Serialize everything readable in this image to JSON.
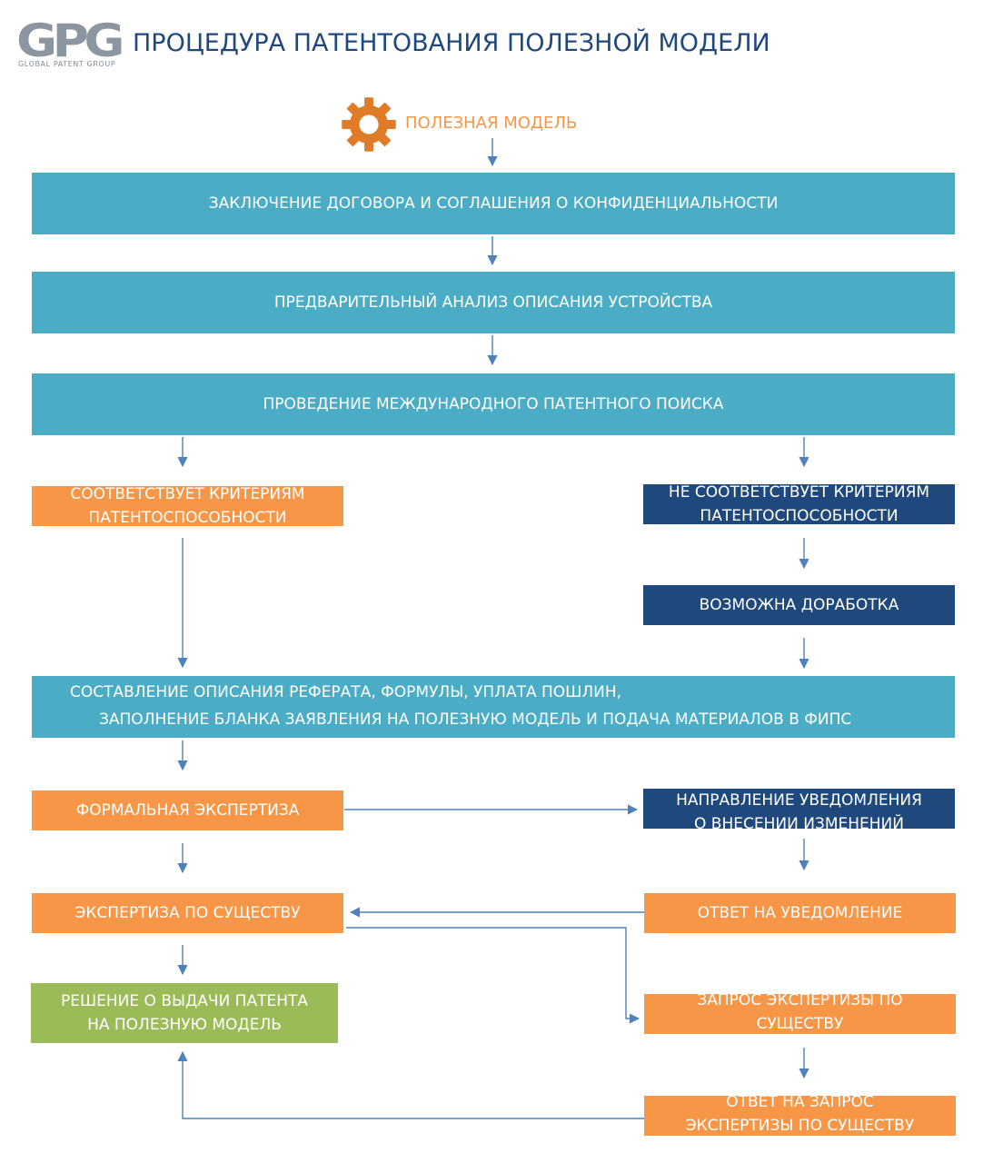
{
  "header": {
    "logo_text": "GPG",
    "logo_subtitle": "GLOBAL PATENT GROUP",
    "title": "ПРОЦЕДУРА ПАТЕНТОВАНИЯ ПОЛЕЗНОЙ МОДЕЛИ"
  },
  "start": {
    "icon": "gear-icon",
    "label": "ПОЛЕЗНАЯ МОДЕЛЬ"
  },
  "steps": {
    "contract": "ЗАКЛЮЧЕНИЕ ДОГОВОРА И СОГЛАШЕНИЯ О КОНФИДЕНЦИАЛЬНОСТИ",
    "analysis": "ПРЕДВАРИТЕЛЬНЫЙ АНАЛИЗ ОПИСАНИЯ УСТРОЙСТВА",
    "search": "ПРОВЕДЕНИЕ МЕЖДУНАРОДНОГО ПАТЕНТНОГО ПОИСКА",
    "meets_1": "СООТВЕТСТВУЕТ КРИТЕРИЯМ",
    "meets_2": "ПАТЕНТОСПОСОБНОСТИ",
    "not_meets_1": "НЕ СООТВЕТСТВУЕТ КРИТЕРИЯМ",
    "not_meets_2": "ПАТЕНТОСПОСОБНОСТИ",
    "revision": "ВОЗМОЖНА ДОРАБОТКА",
    "drafting_1": "СОСТАВЛЕНИЕ ОПИСАНИЯ РЕФЕРАТА, ФОРМУЛЫ, УПЛАТА ПОШЛИН,",
    "drafting_2": "ЗАПОЛНЕНИЕ БЛАНКА ЗАЯВЛЕНИЯ НА ПОЛЕЗНУЮ МОДЕЛЬ И ПОДАЧА МАТЕРИАЛОВ В ФИПС",
    "formal_exam": "ФОРМАЛЬНАЯ ЭКСПЕРТИЗА",
    "notice_1": "НАПРАВЛЕНИЕ УВЕДОМЛЕНИЯ",
    "notice_2": "О ВНЕСЕНИИ ИЗМЕНЕНИЙ",
    "substantive_exam": "ЭКСПЕРТИЗА ПО СУЩЕСТВУ",
    "notice_reply": "ОТВЕТ НА УВЕДОМЛЕНИЕ",
    "decision_1": "РЕШЕНИЕ О ВЫДАЧИ ПАТЕНТА",
    "decision_2": "НА ПОЛЕЗНУЮ МОДЕЛЬ",
    "exam_request_1": "ЗАПРОС ЭКСПЕРТИЗЫ ПО",
    "exam_request_2": "СУЩЕСТВУ",
    "request_reply_1": "ОТВЕТ НА ЗАПРОС",
    "request_reply_2": "ЭКСПЕРТИЗЫ ПО СУЩЕСТВУ"
  },
  "colors": {
    "teal": "#4bacc6",
    "orange": "#f79646",
    "navy": "#1f497d",
    "green": "#9bbb59",
    "connector": "#4f81bd",
    "logo": "#8c96a0"
  }
}
